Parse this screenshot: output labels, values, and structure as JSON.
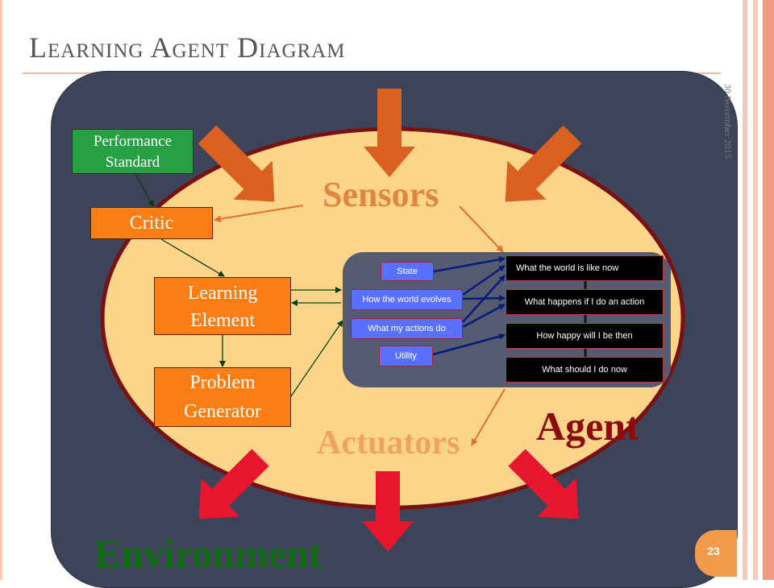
{
  "slide": {
    "title": "Learning Agent Diagram",
    "date": "30 November 2015",
    "page_number": "23"
  },
  "labels": {
    "sensors": "Sensors",
    "actuators": "Actuators",
    "agent": "Agent",
    "environment": "Environment"
  },
  "learning_components": {
    "performance_standard_line1": "Performance",
    "performance_standard_line2": "Standard",
    "critic": "Critic",
    "learning_element_line1": "Learning",
    "learning_element_line2": "Element",
    "problem_generator_line1": "Problem",
    "problem_generator_line2": "Generator"
  },
  "agent_internals": {
    "inputs": [
      "State",
      "How the world evolves",
      "What my actions do",
      "Utility"
    ],
    "outputs": [
      "What the world is like now",
      "What happens if I do an action",
      "How happy will I be then",
      "What should I do now"
    ]
  },
  "colors": {
    "environment_bg": "#3d4459",
    "agent_ellipse": "#fdd58a",
    "agent_ellipse_border": "#7a1111",
    "component_orange": "#fb7d14",
    "performance_green": "#27a045",
    "sensor_arrow": "#d9601f",
    "actuator_arrow": "#e8152e",
    "internal_panel": "#555b70",
    "internal_pill": "#5a71ff"
  }
}
